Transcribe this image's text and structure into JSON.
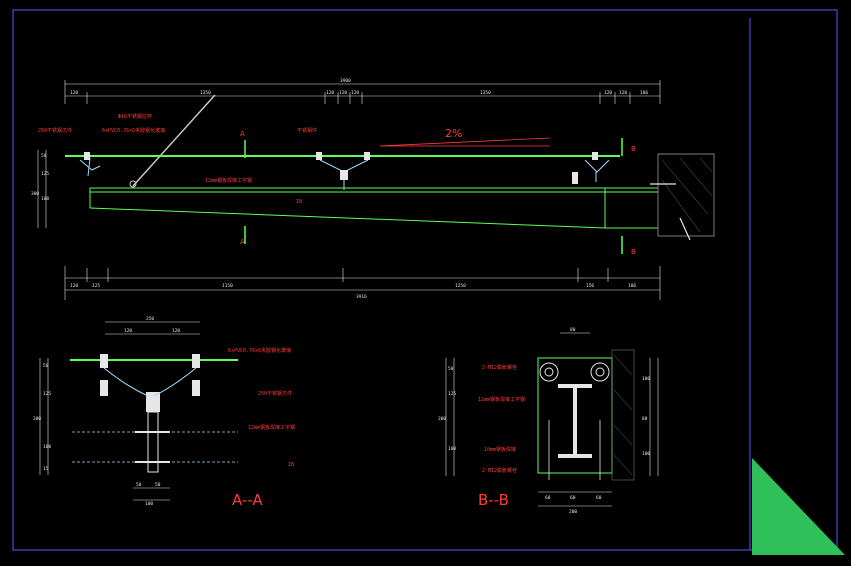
{
  "plan": {
    "top_dims": {
      "overall": "3900",
      "parts": [
        "120",
        "1250",
        "120",
        "120",
        "120",
        "1250",
        "120",
        "120",
        "186"
      ]
    },
    "bottom_dims": {
      "overall": "3916",
      "parts": [
        "120",
        "125",
        "1150",
        "1250",
        "156",
        "186"
      ]
    },
    "left_dims": [
      "50",
      "125",
      "100",
      "300"
    ],
    "labels": {
      "steel_cable": "Φ16不锈钢拉杆",
      "glass": "6+PVC0.76+6夹胶钢化玻璃",
      "claw": "250不锈钢爪件",
      "joint": "不锈钢件",
      "beam": "12mm钢板焊接工字钢",
      "i_section": "I8"
    },
    "slope": "2%",
    "cut_marks": {
      "a": "A",
      "b": "B"
    }
  },
  "section_a": {
    "title": "A--A",
    "top_dims": [
      "250",
      "120",
      "120"
    ],
    "labels": {
      "glass": "6+PVC0.76+6夹胶钢化玻璃",
      "claw": "250不锈钢爪件",
      "beam": "12mm钢板焊接工字钢",
      "i_section": "I8"
    },
    "left_dims": [
      "50",
      "125",
      "100",
      "300",
      "15"
    ],
    "bottom_dims": [
      "50",
      "50",
      "100"
    ]
  },
  "section_b": {
    "title": "B--B",
    "top_dim": "80",
    "labels": {
      "anchor_top": "2-M12膨胀螺栓",
      "beam": "12mm钢板焊接工字钢",
      "plate": "10mm钢板焊接",
      "anchor_bottom": "2-M12膨胀螺栓"
    },
    "left_dims": [
      "50",
      "125",
      "100",
      "300"
    ],
    "right_dims": [
      "100",
      "80",
      "100"
    ],
    "bottom_dims": [
      "60",
      "60",
      "60",
      "200"
    ]
  }
}
